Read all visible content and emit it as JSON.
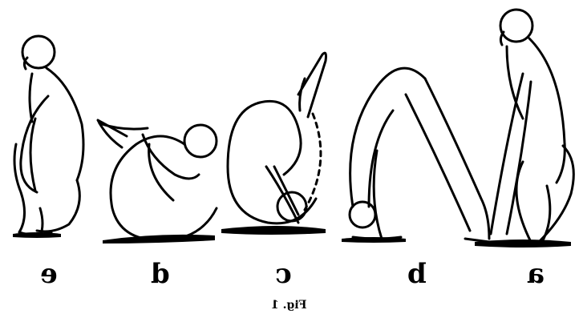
{
  "figures": [
    {
      "label": "e",
      "pose": "squatting hugging knees"
    },
    {
      "label": "d",
      "pose": "lying curled, legs over head"
    },
    {
      "label": "c",
      "pose": "rolling backward, legs raised"
    },
    {
      "label": "b",
      "pose": "inverted pike, head down"
    },
    {
      "label": "a",
      "pose": "deep squat, hands on floor"
    }
  ],
  "caption": "Fig. 1"
}
